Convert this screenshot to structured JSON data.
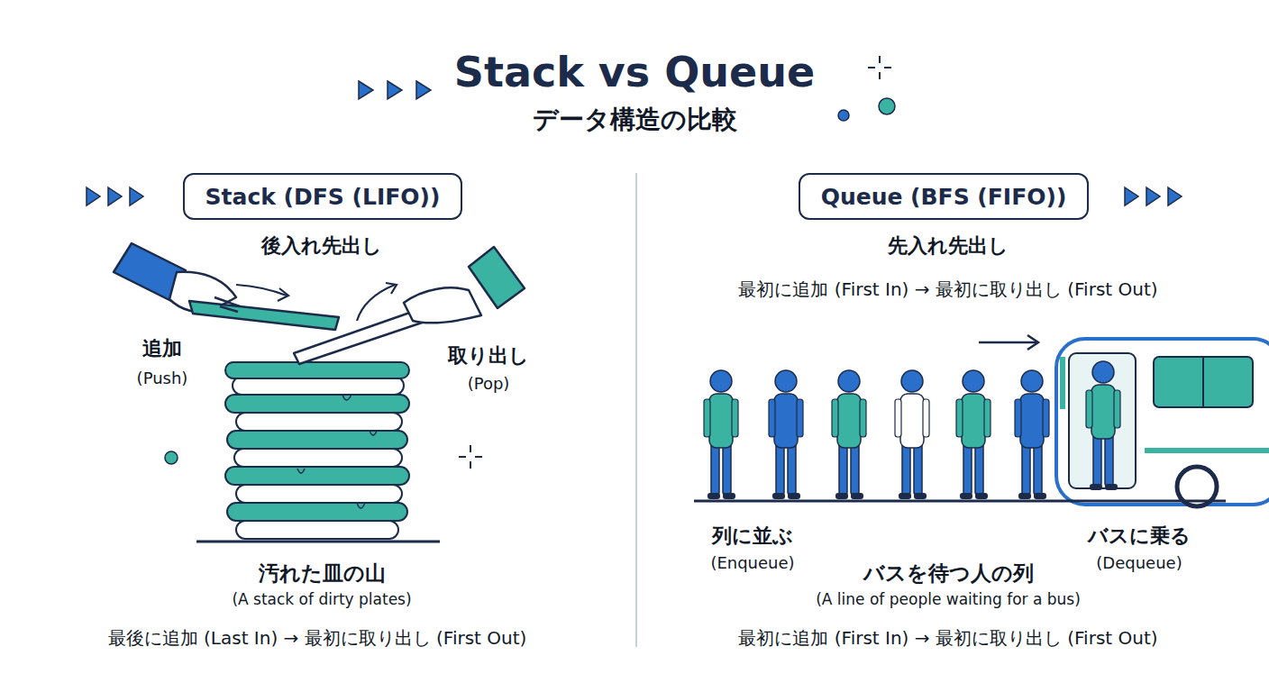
{
  "diagram": {
    "title": "Stack vs Queue",
    "nodes": [
      {
        "text": [
          "Stack (DFS (LIFO))"
        ]
      },
      {
        "text": [
          "Queue (BFS (FIFO))"
        ]
      }
    ],
    "labels": [
      "データ構造の比較",
      "後入れ先出し",
      "追加",
      "(Push)",
      "取り出し",
      "(Pop)",
      "汚れた皿の山",
      "(A stack of dirty plates)",
      "最後に追加 (Last In) → 最初に取り出し (First Out)",
      "先入れ先出し",
      "最初に追加 (First In) → 最初に取り出し (First Out)",
      "列に並ぶ",
      "(Enqueue)",
      "バスを待つ人の列",
      "(A line of people waiting for a bus)",
      "バスに乗る",
      "(Dequeue)",
      "最初に追加 (First In) → 最初に取り出し (First Out)"
    ]
  }
}
